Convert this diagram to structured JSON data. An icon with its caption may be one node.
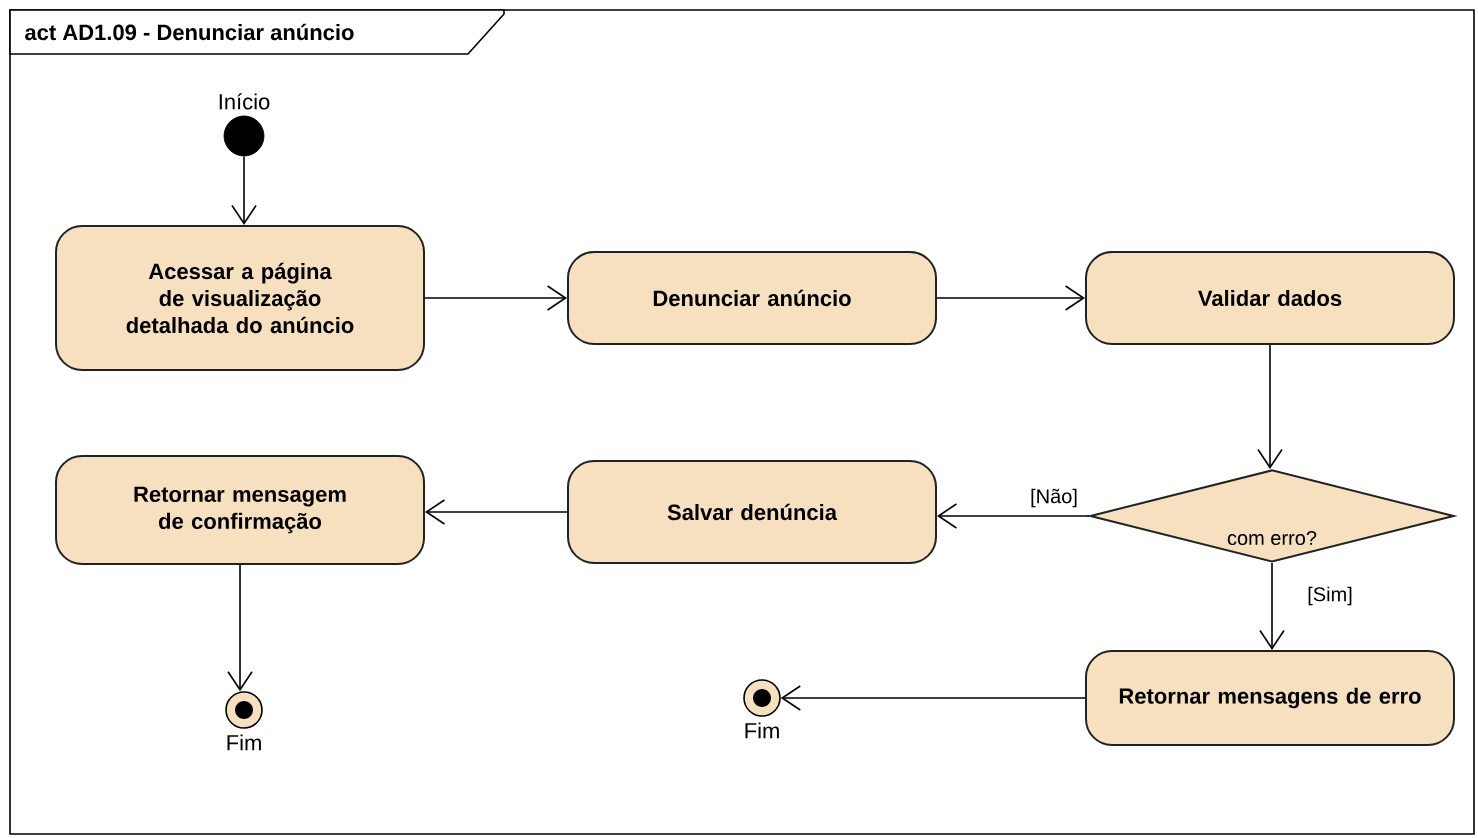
{
  "diagram": {
    "title": "act AD1.09 - Denunciar anúncio",
    "nodes": [
      {
        "text": [],
        "shape": "circle",
        "beside": [
          "Início"
        ]
      },
      {
        "text": [
          "Acessar a página de visualização detalhada do anúncio"
        ]
      },
      {
        "text": [
          "Denunciar anúncio"
        ]
      },
      {
        "text": [
          "Validar dados"
        ]
      },
      {
        "text": [
          "com erro?"
        ]
      },
      {
        "text": [
          "Salvar denúncia"
        ]
      },
      {
        "text": [
          "Retornar mensagem de confirmação"
        ]
      },
      {
        "text": [],
        "shape": "bullseye",
        "beside": [
          "Fim"
        ]
      },
      {
        "text": [
          "Retornar mensagens de erro"
        ]
      },
      {
        "text": [],
        "shape": "bullseye",
        "beside": [
          "Fim"
        ]
      }
    ],
    "edges": [
      {
        "from": 0,
        "to": 1,
        "arrow": "to"
      },
      {
        "from": 1,
        "to": 2,
        "arrow": "to"
      },
      {
        "from": 2,
        "to": 3,
        "arrow": "to"
      },
      {
        "from": 3,
        "to": 4,
        "arrow": "to"
      },
      {
        "from": 4,
        "to": 5,
        "arrow": "to",
        "label": "[Não]"
      },
      {
        "from": 4,
        "to": 8,
        "arrow": "to",
        "label": "[Sim]"
      },
      {
        "from": 5,
        "to": 6,
        "arrow": "to"
      },
      {
        "from": 6,
        "to": 7,
        "arrow": "to"
      },
      {
        "from": 8,
        "to": 9,
        "arrow": "to"
      }
    ]
  }
}
